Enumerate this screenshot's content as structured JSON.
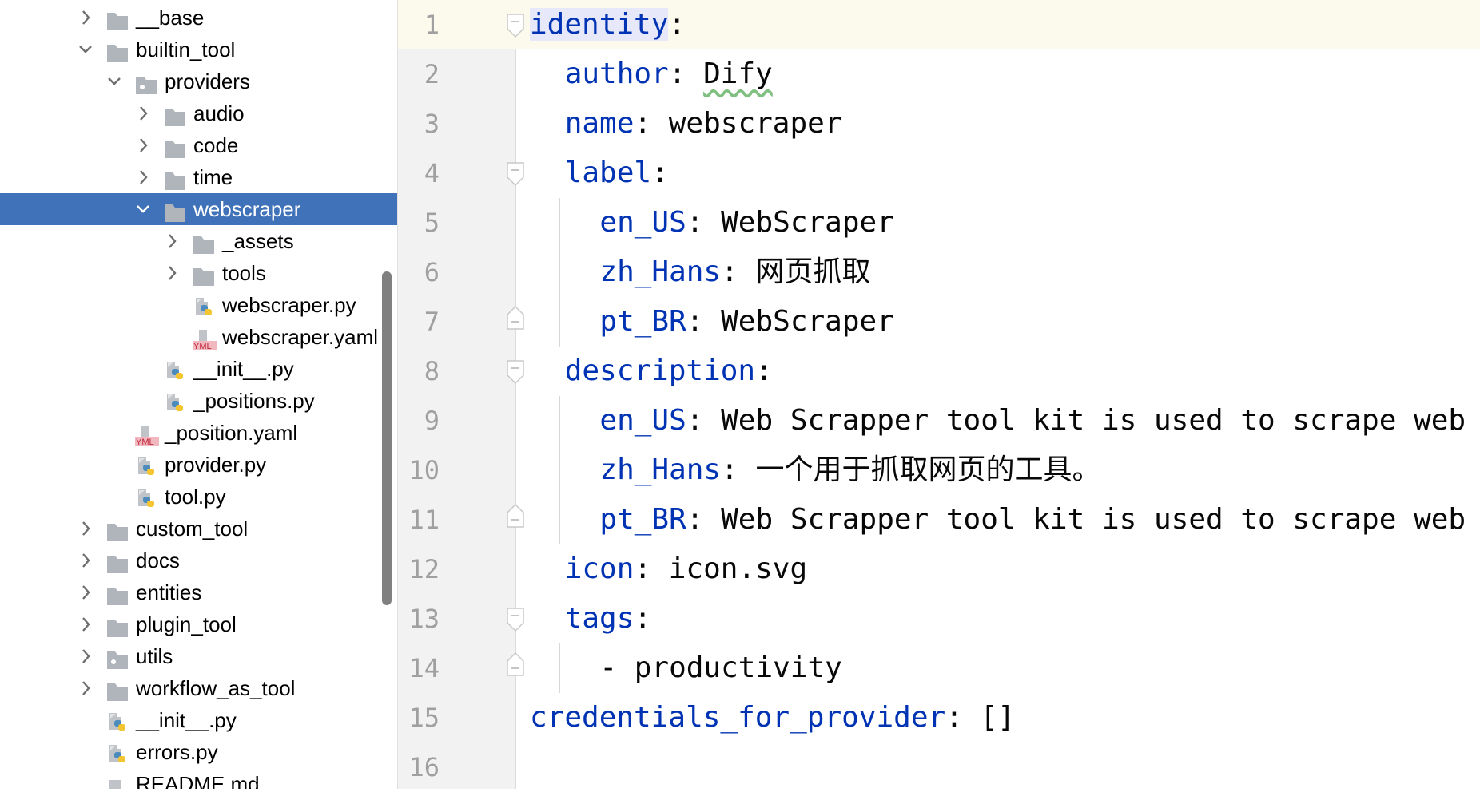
{
  "tree": [
    {
      "name": "__base",
      "level": 0,
      "type": "folder",
      "expanded": false
    },
    {
      "name": "builtin_tool",
      "level": 0,
      "type": "folder",
      "expanded": true
    },
    {
      "name": "providers",
      "level": 1,
      "type": "package",
      "expanded": true
    },
    {
      "name": "audio",
      "level": 2,
      "type": "folder",
      "expanded": false
    },
    {
      "name": "code",
      "level": 2,
      "type": "folder",
      "expanded": false
    },
    {
      "name": "time",
      "level": 2,
      "type": "folder",
      "expanded": false
    },
    {
      "name": "webscraper",
      "level": 2,
      "type": "folder",
      "expanded": true,
      "selected": true
    },
    {
      "name": "_assets",
      "level": 3,
      "type": "folder",
      "expanded": false
    },
    {
      "name": "tools",
      "level": 3,
      "type": "folder",
      "expanded": false
    },
    {
      "name": "webscraper.py",
      "level": 3,
      "type": "python"
    },
    {
      "name": "webscraper.yaml",
      "level": 3,
      "type": "yaml"
    },
    {
      "name": "__init__.py",
      "level": 2,
      "type": "python"
    },
    {
      "name": "_positions.py",
      "level": 2,
      "type": "python"
    },
    {
      "name": "_position.yaml",
      "level": 1,
      "type": "yaml"
    },
    {
      "name": "provider.py",
      "level": 1,
      "type": "python"
    },
    {
      "name": "tool.py",
      "level": 1,
      "type": "python"
    },
    {
      "name": "custom_tool",
      "level": 0,
      "type": "folder",
      "expanded": false
    },
    {
      "name": "docs",
      "level": 0,
      "type": "folder",
      "expanded": false
    },
    {
      "name": "entities",
      "level": 0,
      "type": "folder",
      "expanded": false
    },
    {
      "name": "plugin_tool",
      "level": 0,
      "type": "folder",
      "expanded": false
    },
    {
      "name": "utils",
      "level": 0,
      "type": "package",
      "expanded": false
    },
    {
      "name": "workflow_as_tool",
      "level": 0,
      "type": "folder",
      "expanded": false
    },
    {
      "name": "__init__.py",
      "level": 0,
      "type": "python"
    },
    {
      "name": "errors.py",
      "level": 0,
      "type": "python"
    },
    {
      "name": "README.md",
      "level": 0,
      "type": "markdown"
    }
  ],
  "yaml_icon_text": "YML",
  "editor": {
    "lines": [
      {
        "n": "1",
        "indent": 0,
        "key": "identity",
        "sep": ":",
        "value": ""
      },
      {
        "n": "2",
        "indent": 1,
        "key": "author",
        "sep": ": ",
        "value": "Dify"
      },
      {
        "n": "3",
        "indent": 1,
        "key": "name",
        "sep": ": ",
        "value": "webscraper"
      },
      {
        "n": "4",
        "indent": 1,
        "key": "label",
        "sep": ":",
        "value": ""
      },
      {
        "n": "5",
        "indent": 2,
        "key": "en_US",
        "sep": ": ",
        "value": "WebScraper"
      },
      {
        "n": "6",
        "indent": 2,
        "key": "zh_Hans",
        "sep": ": ",
        "value": "网页抓取"
      },
      {
        "n": "7",
        "indent": 2,
        "key": "pt_BR",
        "sep": ": ",
        "value": "WebScraper"
      },
      {
        "n": "8",
        "indent": 1,
        "key": "description",
        "sep": ":",
        "value": ""
      },
      {
        "n": "9",
        "indent": 2,
        "key": "en_US",
        "sep": ": ",
        "value": "Web Scrapper tool kit is used to scrape web"
      },
      {
        "n": "10",
        "indent": 2,
        "key": "zh_Hans",
        "sep": ": ",
        "value": "一个用于抓取网页的工具。"
      },
      {
        "n": "11",
        "indent": 2,
        "key": "pt_BR",
        "sep": ": ",
        "value": "Web Scrapper tool kit is used to scrape web"
      },
      {
        "n": "12",
        "indent": 1,
        "key": "icon",
        "sep": ": ",
        "value": "icon.svg"
      },
      {
        "n": "13",
        "indent": 1,
        "key": "tags",
        "sep": ":",
        "value": ""
      },
      {
        "n": "14",
        "indent": 2,
        "key": "",
        "sep": "",
        "value": "- productivity"
      },
      {
        "n": "15",
        "indent": 0,
        "key": "credentials_for_provider",
        "sep": ": ",
        "value": "[]"
      },
      {
        "n": "16",
        "indent": 0,
        "key": "",
        "sep": "",
        "value": ""
      }
    ]
  },
  "colors": {
    "selection": "#3f72b8",
    "key": "#0033b3",
    "folder": "#afb5bb"
  }
}
